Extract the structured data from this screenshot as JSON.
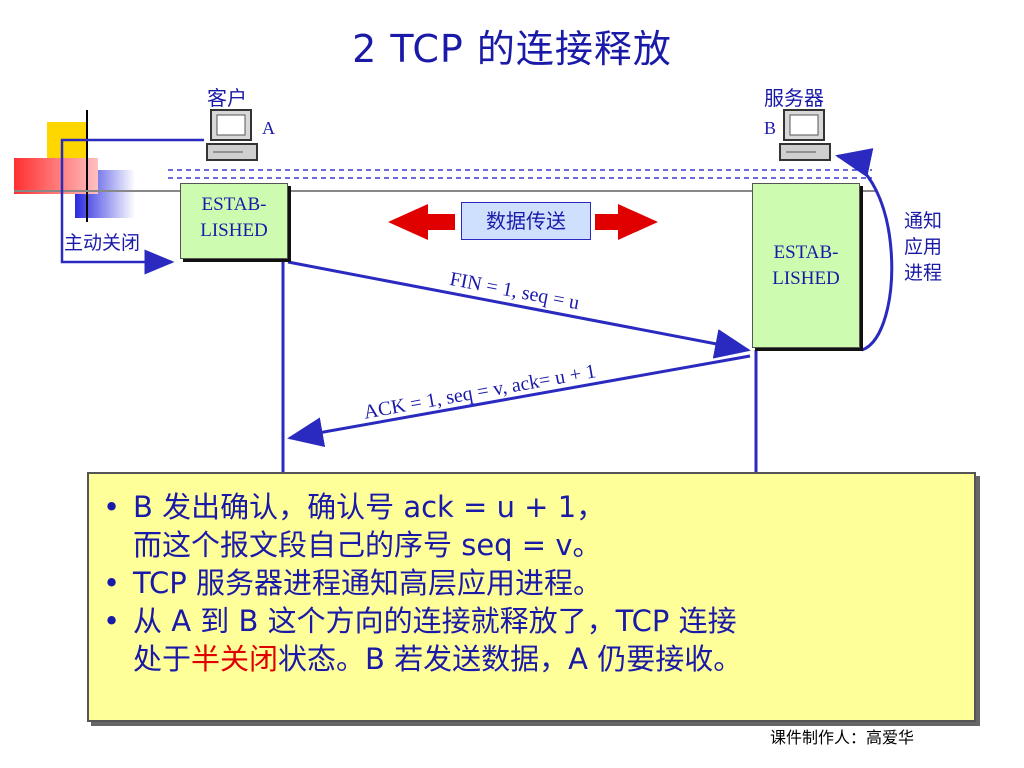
{
  "title": "2   TCP 的连接释放",
  "client": {
    "label": "客户",
    "letter": "A",
    "state_line1": "ESTAB-",
    "state_line2": "LISHED"
  },
  "server": {
    "label": "服务器",
    "letter": "B",
    "state_line1": "ESTAB-",
    "state_line2": "LISHED"
  },
  "active_close_label": "主动关闭",
  "data_transfer_label": "数据传送",
  "notify_label": [
    "通知",
    "应用",
    "进程"
  ],
  "messages": {
    "fin": "FIN = 1, seq = u",
    "ack": "ACK = 1, seq = v, ack= u + 1"
  },
  "bullets": {
    "b1_line1": "B 发出确认，确认号 ack = u + 1，",
    "b1_line2": "而这个报文段自己的序号 seq = v。",
    "b2": "TCP 服务器进程通知高层应用进程。",
    "b3_line1": "从 A 到 B 这个方向的连接就释放了，TCP 连接",
    "b3_line2_pre": "处于",
    "b3_line2_highlight": "半关闭",
    "b3_line2_post": "状态。B 若发送数据，A 仍要接收。",
    "bullet_char": "•"
  },
  "footer": "课件制作人：高爱华",
  "colors": {
    "accent": "#1a1aa8",
    "state_fill": "#cdfcb0",
    "callout_fill": "#ffff99",
    "highlight": "#e00000"
  }
}
